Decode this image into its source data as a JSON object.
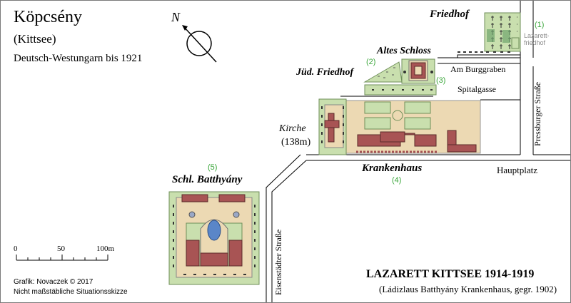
{
  "header": {
    "title": "Köpcsény",
    "subtitle": "(Kittsee)",
    "region": "Deutsch-Westungarn bis 1921"
  },
  "compass": {
    "north": "N"
  },
  "labels": {
    "friedhof": "Friedhof",
    "lazarett_line1": "Lazarett-",
    "lazarett_line2": "friedhof",
    "altes_schloss": "Altes Schloss",
    "jud_friedhof": "Jüd. Friedhof",
    "am_burggraben": "Am Burggraben",
    "spitalgasse": "Spitalgasse",
    "pressburger": "Pressburger Straße",
    "kirche": "Kirche",
    "kirche_elev": "(138m)",
    "krankenhaus": "Krankenhaus",
    "hauptplatz": "Hauptplatz",
    "schl_batthyany": "Schl. Batthyány",
    "eisenstaedter": "Eisenstädter Straße"
  },
  "markers": {
    "m1": "(1)",
    "m2": "(2)",
    "m3": "(3)",
    "m4": "(4)",
    "m5": "(5)"
  },
  "scale": {
    "t0": "0",
    "t50": "50",
    "t100": "100m"
  },
  "credits": {
    "author": "Grafik: Novaczek © 2017",
    "note": "Nicht maßstäbliche Situationsskizze"
  },
  "footer": {
    "title": "LAZARETT KITTSEE 1914-1919",
    "subtitle": "(Ládizlaus Batthyány Krankenhaus, gegr. 1902)"
  },
  "colors": {
    "park_green": "#c9dfae",
    "courtyard_tan": "#ecd9b3",
    "roof_red": "#a85454",
    "pond_blue": "#5a86c8",
    "marker_green": "#3aa63a"
  }
}
